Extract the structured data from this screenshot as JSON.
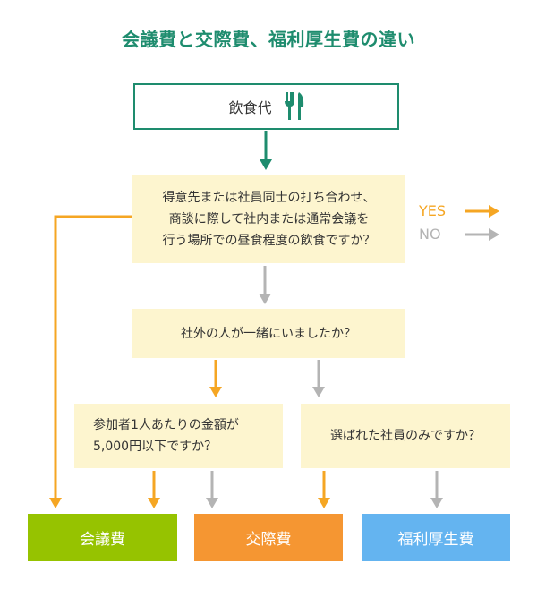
{
  "title": "会議費と交際費、福利厚生費の違い",
  "start": {
    "label": "飲食代",
    "icon": "fork-knife-icon"
  },
  "questions": {
    "q1": [
      "得意先または社員同士の打ち合わせ、",
      "商談に際して社内または通常会議を",
      "行う場所での昼食程度の飲食ですか？"
    ],
    "q2": "社外の人が一緒にいましたか？",
    "q3": [
      "参加者1人あたりの金額が",
      "5,000円以下ですか？"
    ],
    "q4": "選ばれた社員のみですか？"
  },
  "legend": {
    "yes": "YES",
    "no": "NO"
  },
  "results": {
    "r1": "会議費",
    "r2": "交際費",
    "r3": "福利厚生費"
  },
  "colors": {
    "title": "#1e8c6e",
    "start_border": "#1e8c6e",
    "start_arrow": "#1e8c6e",
    "question_bg": "#fdf5cf",
    "yes": "#f5a623",
    "no": "#b4b4b4",
    "r1": "#96c300",
    "r2": "#f59632",
    "r3": "#64b4f0"
  }
}
